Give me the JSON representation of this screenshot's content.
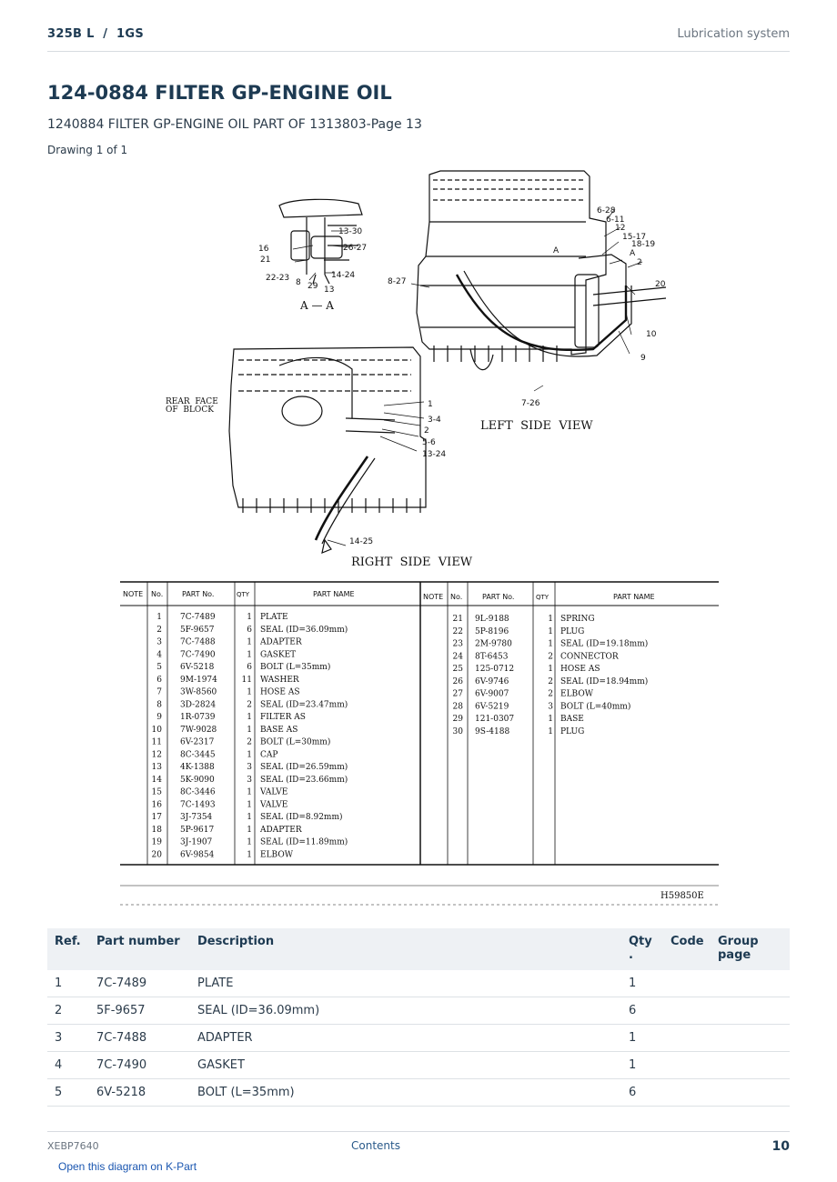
{
  "header": {
    "model": "325B L  /  1GS",
    "section": "Lubrication system"
  },
  "title": "124-0884 FILTER GP-ENGINE OIL",
  "subtitle": "1240884 FILTER GP-ENGINE OIL PART OF 1313803-Page 13",
  "drawing_count": "Drawing 1 of 1",
  "diagram": {
    "section_label": "A — A",
    "left_view_label": "LEFT  SIDE  VIEW",
    "right_view_label": "RIGHT  SIDE  VIEW",
    "rear_face_line1": "REAR  FACE",
    "rear_face_line2": "OF  BLOCK",
    "drawing_code": "H59850E",
    "callouts_aa": [
      "13-30",
      "16",
      "26-27",
      "21",
      "22-23",
      "8",
      "29",
      "13",
      "14-24"
    ],
    "callouts_left": [
      "6-28",
      "6-11",
      "12",
      "15-17",
      "18-19",
      "A",
      "A",
      "2",
      "20",
      "8-27",
      "10",
      "9",
      "7-26"
    ],
    "callouts_right": [
      "1",
      "3-4",
      "2",
      "5-6",
      "13-24",
      "14-25"
    ],
    "table_headers": {
      "note": "NOTE",
      "no": "No.",
      "part_no": "PART No.",
      "qty": "QTY",
      "part_name": "PART NAME"
    },
    "table_left": [
      [
        "1",
        "7C-7489",
        "1",
        "PLATE"
      ],
      [
        "2",
        "5F-9657",
        "6",
        "SEAL (ID=36.09mm)"
      ],
      [
        "3",
        "7C-7488",
        "1",
        "ADAPTER"
      ],
      [
        "4",
        "7C-7490",
        "1",
        "GASKET"
      ],
      [
        "5",
        "6V-5218",
        "6",
        "BOLT (L=35mm)"
      ],
      [
        "6",
        "9M-1974",
        "11",
        "WASHER"
      ],
      [
        "7",
        "3W-8560",
        "1",
        "HOSE AS"
      ],
      [
        "8",
        "3D-2824",
        "2",
        "SEAL (ID=23.47mm)"
      ],
      [
        "9",
        "1R-0739",
        "1",
        "FILTER AS"
      ],
      [
        "10",
        "7W-9028",
        "1",
        "BASE AS"
      ],
      [
        "11",
        "6V-2317",
        "2",
        "BOLT (L=30mm)"
      ],
      [
        "12",
        "8C-3445",
        "1",
        "CAP"
      ],
      [
        "13",
        "4K-1388",
        "3",
        "SEAL (ID=26.59mm)"
      ],
      [
        "14",
        "5K-9090",
        "3",
        "SEAL (ID=23.66mm)"
      ],
      [
        "15",
        "8C-3446",
        "1",
        "VALVE"
      ],
      [
        "16",
        "7C-1493",
        "1",
        "VALVE"
      ],
      [
        "17",
        "3J-7354",
        "1",
        "SEAL (ID=8.92mm)"
      ],
      [
        "18",
        "5P-9617",
        "1",
        "ADAPTER"
      ],
      [
        "19",
        "3J-1907",
        "1",
        "SEAL (ID=11.89mm)"
      ],
      [
        "20",
        "6V-9854",
        "1",
        "ELBOW"
      ]
    ],
    "table_right": [
      [
        "21",
        "9L-9188",
        "1",
        "SPRING"
      ],
      [
        "22",
        "5P-8196",
        "1",
        "PLUG"
      ],
      [
        "23",
        "2M-9780",
        "1",
        "SEAL (ID=19.18mm)"
      ],
      [
        "24",
        "8T-6453",
        "2",
        "CONNECTOR"
      ],
      [
        "25",
        "125-0712",
        "1",
        "HOSE AS"
      ],
      [
        "26",
        "6V-9746",
        "2",
        "SEAL (ID=18.94mm)"
      ],
      [
        "27",
        "6V-9007",
        "2",
        "ELBOW"
      ],
      [
        "28",
        "6V-5219",
        "3",
        "BOLT (L=40mm)"
      ],
      [
        "29",
        "121-0307",
        "1",
        "BASE"
      ],
      [
        "30",
        "9S-4188",
        "1",
        "PLUG"
      ]
    ]
  },
  "parts_table": {
    "headers": {
      "ref": "Ref.",
      "part_number": "Part number",
      "description": "Description",
      "qty": "Qty\n.",
      "code": "Code",
      "group_page": "Group\npage"
    },
    "rows": [
      {
        "ref": "1",
        "part_number": "7C-7489",
        "description": "PLATE",
        "qty": "1",
        "code": "",
        "group_page": ""
      },
      {
        "ref": "2",
        "part_number": "5F-9657",
        "description": "SEAL (ID=36.09mm)",
        "qty": "6",
        "code": "",
        "group_page": ""
      },
      {
        "ref": "3",
        "part_number": "7C-7488",
        "description": "ADAPTER",
        "qty": "1",
        "code": "",
        "group_page": ""
      },
      {
        "ref": "4",
        "part_number": "7C-7490",
        "description": "GASKET",
        "qty": "1",
        "code": "",
        "group_page": ""
      },
      {
        "ref": "5",
        "part_number": "6V-5218",
        "description": "BOLT (L=35mm)",
        "qty": "6",
        "code": "",
        "group_page": ""
      }
    ]
  },
  "footer": {
    "doc_id": "XEBP7640",
    "contents_link": "Contents",
    "page_number": "10",
    "kpart_link": "Open this diagram on K-Part"
  }
}
